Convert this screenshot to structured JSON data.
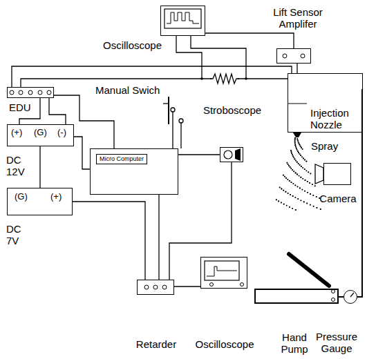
{
  "diagram": {
    "nodes": [
      {
        "text": [
          "Oscilloscope"
        ]
      },
      {
        "text": [
          "Lift Sensor Amplifer"
        ]
      },
      {
        "text": [
          "EDU"
        ]
      },
      {
        "text": [
          "Micro Computer"
        ]
      },
      {
        "text": [
          "Stroboscope"
        ]
      },
      {
        "text": [
          "Injection Nozzle"
        ]
      },
      {
        "text": [
          "DC 12V",
          "(+)",
          "(G)",
          "(-)"
        ]
      },
      {
        "text": [
          "DC 7V",
          "(G)",
          "(+)"
        ]
      },
      {
        "text": [
          "Retarder"
        ]
      },
      {
        "text": [
          "Oscilloscope"
        ]
      },
      {
        "text": [
          "Hand Pump"
        ]
      },
      {
        "text": [
          "Camera"
        ]
      },
      {
        "text": [
          "Pressure Gauge"
        ]
      }
    ],
    "edges": [
      {
        "from": 0,
        "to": 1,
        "arrow": "none"
      },
      {
        "from": 1,
        "to": 5,
        "arrow": "none"
      },
      {
        "from": 2,
        "to": 5,
        "arrow": "none"
      },
      {
        "from": 2,
        "to": 5,
        "arrow": "none"
      },
      {
        "from": 2,
        "to": 6,
        "arrow": "none"
      },
      {
        "from": 2,
        "to": 6,
        "arrow": "none"
      },
      {
        "from": 2,
        "to": 3,
        "arrow": "none"
      },
      {
        "from": 6,
        "to": 7,
        "arrow": "none"
      },
      {
        "from": 6,
        "to": 3,
        "arrow": "none"
      },
      {
        "from": 7,
        "to": 8,
        "arrow": "none"
      },
      {
        "from": 3,
        "to": 8,
        "arrow": "none"
      },
      {
        "from": 3,
        "to": 4,
        "arrow": "none"
      },
      {
        "from": 4,
        "to": 8,
        "arrow": "none"
      },
      {
        "from": 8,
        "to": 9,
        "arrow": "none"
      },
      {
        "from": 5,
        "to": 12,
        "arrow": "none"
      },
      {
        "from": 10,
        "to": 12,
        "arrow": "none"
      }
    ],
    "labels": [
      "Manual Swich",
      "Spray"
    ]
  }
}
